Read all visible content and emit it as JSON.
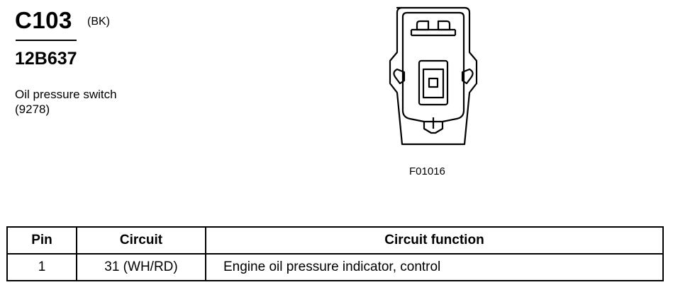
{
  "connector": {
    "id": "C103",
    "color_code": "(BK)",
    "part_number": "12B637",
    "description_line1": "Oil pressure switch",
    "description_line2": "(9278)"
  },
  "figure": {
    "code": "F01016"
  },
  "table": {
    "headers": {
      "pin": "Pin",
      "circuit": "Circuit",
      "function": "Circuit function"
    },
    "rows": [
      {
        "pin": "1",
        "circuit": "31 (WH/RD)",
        "function": "Engine oil pressure indicator, control"
      }
    ]
  }
}
